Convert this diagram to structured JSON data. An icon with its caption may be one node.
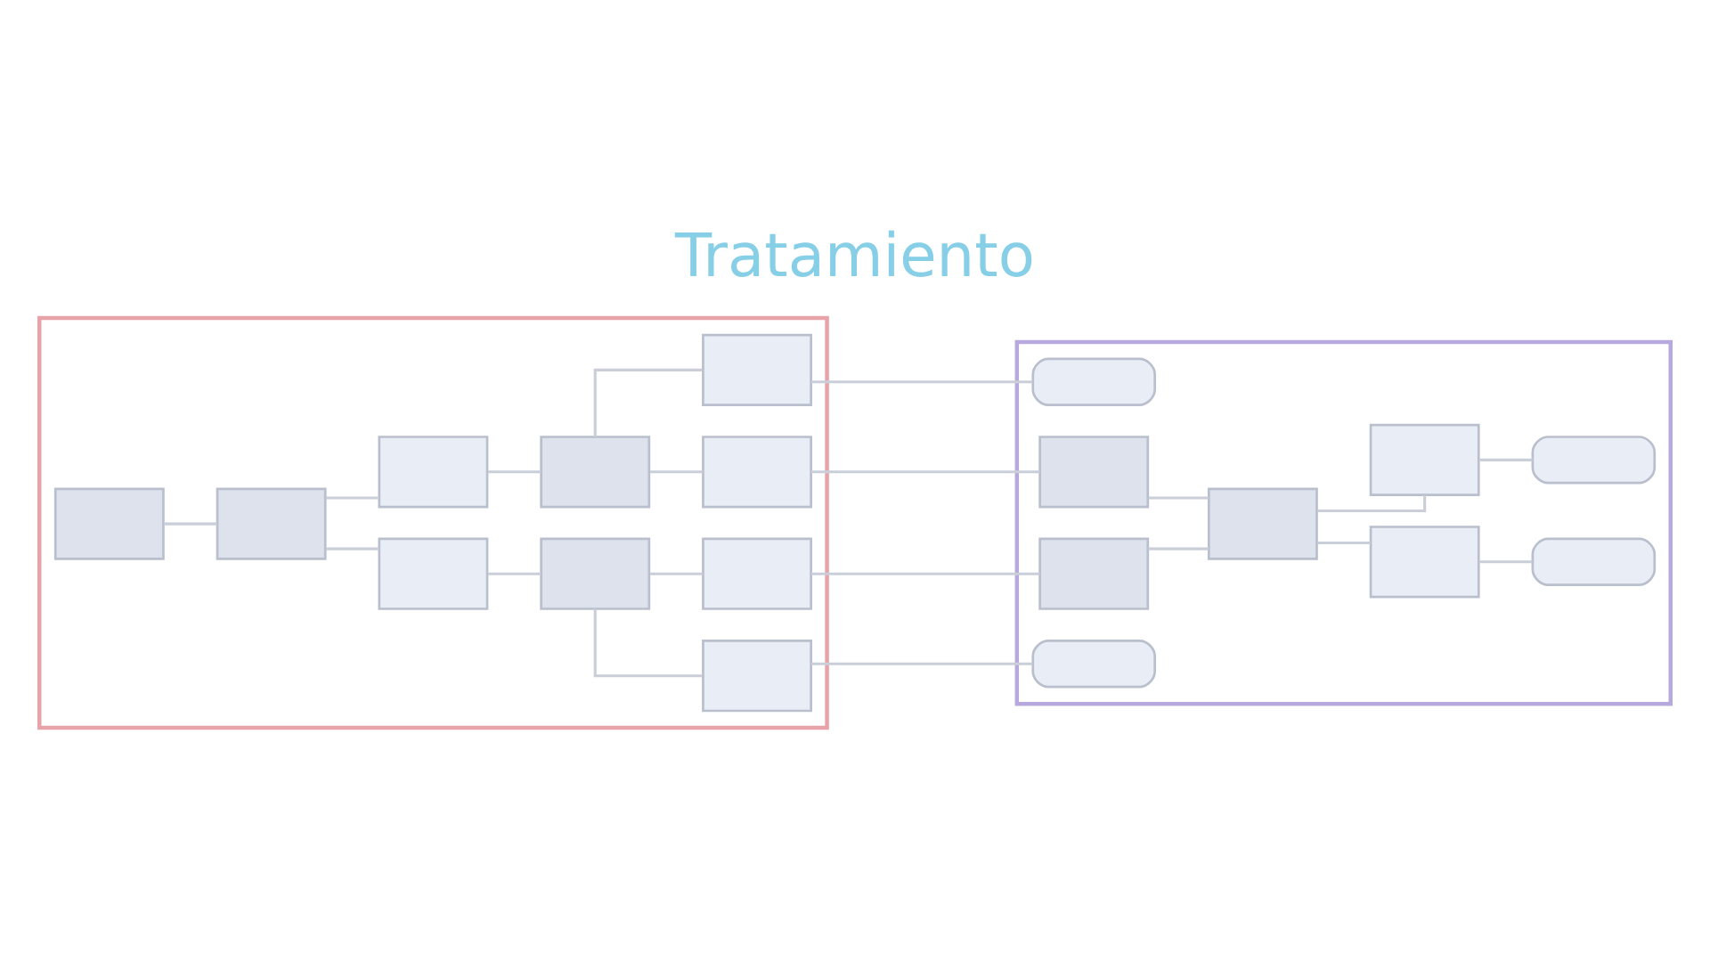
{
  "diagram": {
    "title": "Tratamiento",
    "nodes": [
      {
        "text": [],
        "shape": "box"
      },
      {
        "text": [],
        "shape": "box"
      },
      {
        "text": [],
        "shape": "box",
        "in": 0
      },
      {
        "text": [],
        "shape": "box",
        "in": 0
      },
      {
        "text": [],
        "shape": "box",
        "in": 0
      },
      {
        "text": [],
        "shape": "box",
        "in": 0
      },
      {
        "text": [],
        "shape": "box",
        "in": 0
      },
      {
        "text": [],
        "shape": "box",
        "in": 0
      },
      {
        "text": [],
        "shape": "box",
        "in": 0
      },
      {
        "text": [],
        "shape": "box",
        "in": 0
      },
      {
        "text": [],
        "shape": "box",
        "in": 0
      },
      {
        "text": [],
        "shape": "box",
        "in": 0
      },
      {
        "text": [],
        "shape": "box",
        "in": 1
      },
      {
        "text": [],
        "shape": "box",
        "in": 1
      },
      {
        "text": [],
        "shape": "box",
        "in": 1
      },
      {
        "text": [],
        "shape": "box",
        "in": 1
      },
      {
        "text": [],
        "shape": "box",
        "in": 1
      },
      {
        "text": [],
        "shape": "box",
        "in": 1
      },
      {
        "text": [],
        "shape": "box",
        "in": 1
      },
      {
        "text": [],
        "shape": "box",
        "in": 1
      },
      {
        "text": [],
        "shape": "box",
        "in": 1
      }
    ],
    "edges": [
      {
        "from": 2,
        "to": 3,
        "arrow": "none"
      },
      {
        "from": 3,
        "to": 4,
        "arrow": "none"
      },
      {
        "from": 3,
        "to": 5,
        "arrow": "none"
      },
      {
        "from": 4,
        "to": 6,
        "arrow": "none"
      },
      {
        "from": 5,
        "to": 7,
        "arrow": "none"
      },
      {
        "from": 6,
        "to": 8,
        "arrow": "none"
      },
      {
        "from": 6,
        "to": 9,
        "arrow": "none"
      },
      {
        "from": 7,
        "to": 10,
        "arrow": "none"
      },
      {
        "from": 7,
        "to": 11,
        "arrow": "none"
      },
      {
        "from": 8,
        "to": 17,
        "arrow": "none"
      },
      {
        "from": 9,
        "to": 12,
        "arrow": "none"
      },
      {
        "from": 10,
        "to": 13,
        "arrow": "none"
      },
      {
        "from": 11,
        "to": 20,
        "arrow": "none"
      },
      {
        "from": 12,
        "to": 14,
        "arrow": "none"
      },
      {
        "from": 13,
        "to": 14,
        "arrow": "none"
      },
      {
        "from": 14,
        "to": 15,
        "arrow": "none"
      },
      {
        "from": 14,
        "to": 16,
        "arrow": "none"
      },
      {
        "from": 15,
        "to": 18,
        "arrow": "none"
      },
      {
        "from": 16,
        "to": 19,
        "arrow": "none"
      }
    ]
  }
}
